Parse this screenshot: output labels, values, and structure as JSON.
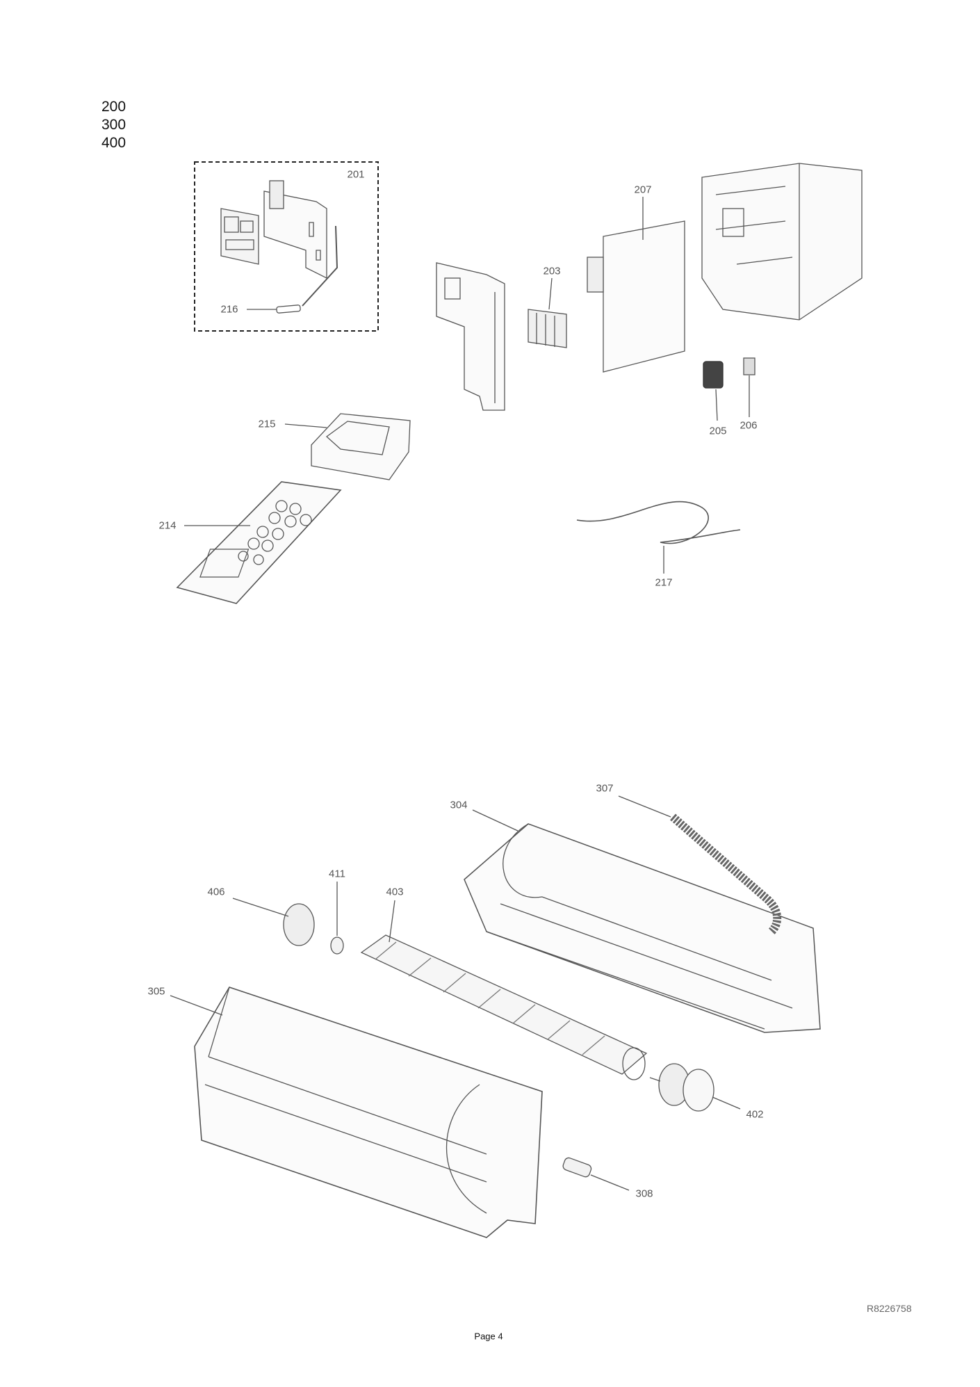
{
  "sections": [
    "200",
    "300",
    "400"
  ],
  "part_labels": {
    "p201": "201",
    "p216": "216",
    "p207": "207",
    "p203": "203",
    "p205": "205",
    "p206": "206",
    "p215": "215",
    "p214": "214",
    "p217": "217",
    "p307": "307",
    "p304": "304",
    "p411": "411",
    "p406": "406",
    "p403": "403",
    "p305": "305",
    "p402": "402",
    "p308": "308"
  },
  "reference": "R8226758",
  "page_label": "Page 4"
}
